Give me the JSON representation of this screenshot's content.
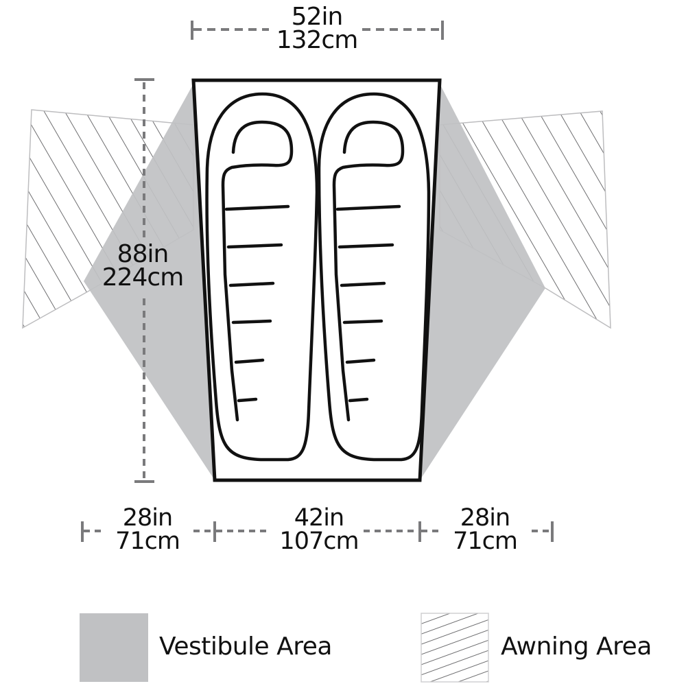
{
  "colors": {
    "vestibule_fill": "#c0c1c3",
    "awning_line": "#6e6e70",
    "outline": "#111111",
    "dimension_line": "#7a7a7c"
  },
  "dimensions": {
    "top_width": {
      "imperial": "52in",
      "metric": "132cm"
    },
    "length": {
      "imperial": "88in",
      "metric": "224cm"
    },
    "bottom_left_vestibule": {
      "imperial": "28in",
      "metric": "71cm"
    },
    "bottom_floor": {
      "imperial": "42in",
      "metric": "107cm"
    },
    "bottom_right_vestibule": {
      "imperial": "28in",
      "metric": "71cm"
    }
  },
  "legend": {
    "items": [
      {
        "label": "Vestibule Area",
        "swatch": "solid-gray"
      },
      {
        "label": "Awning Area",
        "swatch": "hatched"
      }
    ]
  },
  "diagram": {
    "sleeping_bags": 2,
    "subject": "two-person tent floor plan"
  }
}
